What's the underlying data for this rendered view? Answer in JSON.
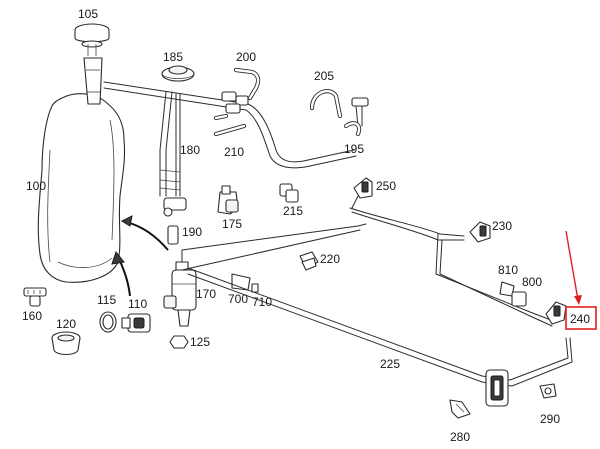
{
  "diagram": {
    "part_labels": {
      "p105": "105",
      "p185": "185",
      "p200": "200",
      "p205": "205",
      "p180": "180",
      "p210": "210",
      "p195": "195",
      "p100": "100",
      "p250": "250",
      "p175": "175",
      "p215": "215",
      "p190": "190",
      "p230": "230",
      "p220": "220",
      "p810": "810",
      "p800": "800",
      "p170": "170",
      "p700": "700",
      "p710": "710",
      "p115": "115",
      "p110": "110",
      "p160": "160",
      "p120": "120",
      "p125": "125",
      "p240": "240",
      "p225": "225",
      "p290": "290",
      "p280": "280"
    },
    "highlight": {
      "part": "240",
      "color": "#e02020"
    }
  }
}
